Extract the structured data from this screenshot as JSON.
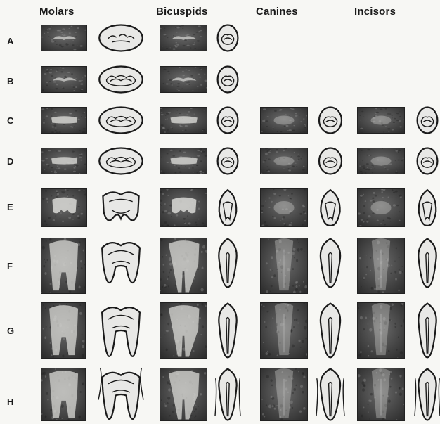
{
  "columns": [
    {
      "key": "molars",
      "label": "Molars"
    },
    {
      "key": "bicuspids",
      "label": "Bicuspids"
    },
    {
      "key": "canines",
      "label": "Canines"
    },
    {
      "key": "incisors",
      "label": "Incisors"
    }
  ],
  "rows": [
    {
      "label": "A",
      "stage": 0,
      "teeth": [
        "molars",
        "bicuspids"
      ]
    },
    {
      "label": "B",
      "stage": 1,
      "teeth": [
        "molars",
        "bicuspids"
      ]
    },
    {
      "label": "C",
      "stage": 2,
      "teeth": [
        "molars",
        "bicuspids",
        "canines",
        "incisors"
      ]
    },
    {
      "label": "D",
      "stage": 3,
      "teeth": [
        "molars",
        "bicuspids",
        "canines",
        "incisors"
      ]
    },
    {
      "label": "E",
      "stage": 4,
      "teeth": [
        "molars",
        "bicuspids",
        "canines",
        "incisors"
      ]
    },
    {
      "label": "F",
      "stage": 5,
      "teeth": [
        "molars",
        "bicuspids",
        "canines",
        "incisors"
      ]
    },
    {
      "label": "G",
      "stage": 6,
      "teeth": [
        "molars",
        "bicuspids",
        "canines",
        "incisors"
      ]
    },
    {
      "label": "H",
      "stage": 7,
      "teeth": [
        "molars",
        "bicuspids",
        "canines",
        "incisors"
      ]
    }
  ],
  "colors": {
    "ink": "#1a1a1a",
    "film_dark": "#2e2e2e",
    "film_mid": "#6a6a6a",
    "enamel": "#e8e8e6",
    "page": "#f7f7f4"
  }
}
